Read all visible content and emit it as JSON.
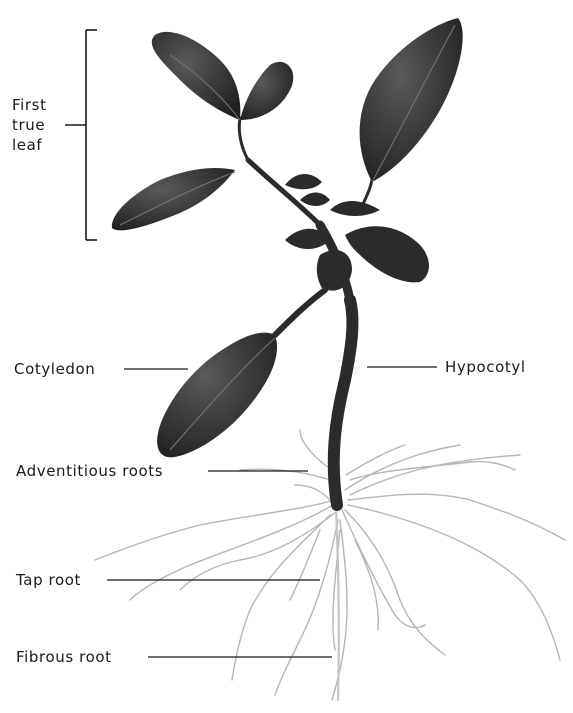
{
  "labels": {
    "first_true_leaf": [
      "First",
      "true",
      "leaf"
    ],
    "cotyledon": "Cotyledon",
    "hypocotyl": "Hypocotyl",
    "adventitious_roots": "Adventitious roots",
    "tap_root": "Tap root",
    "fibrous_root": "Fibrous root"
  },
  "colors": {
    "plant": "#2b2b2b",
    "leaf_vein": "#777777",
    "root": "#b5b5b5",
    "line": "#1a1a1a"
  }
}
